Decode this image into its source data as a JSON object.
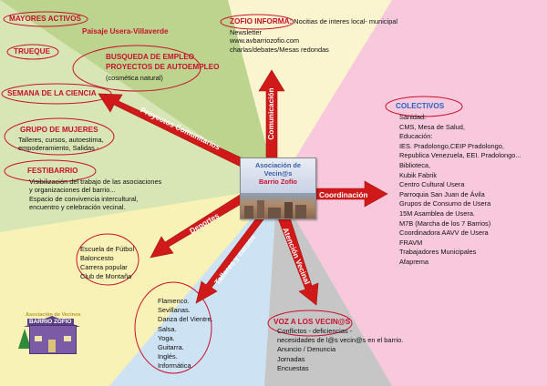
{
  "center": {
    "line1": "Asociación de",
    "line2": "Vecin@s",
    "line3": "Barrio Zofío"
  },
  "arrows": {
    "comunicacion": "Comunicación",
    "proyectos": "Proyectos Comunitarios",
    "coordinacion": "Coordinación",
    "deportes": "Deportes",
    "talleres": "Talleres y cursos",
    "atencion": "Atención Vecinal"
  },
  "mayores": {
    "title": "MAYORES ACTIVOS",
    "text": "Paisaje Usera-Villaverde"
  },
  "trueque": {
    "title": "TRUEQUE"
  },
  "empleo": {
    "title1": "BUSQUEDA DE EMPLEO",
    "title2": "PROYECTOS DE AUTOEMPLEO",
    "text": "(cosmética natural)"
  },
  "ciencia": {
    "title": "SEMANA DE LA CIENCIA"
  },
  "mujeres": {
    "title": "GRUPO DE MUJERES",
    "lines": [
      "Talleres, cursos, autoestima,",
      "empoderamiento, Salidas -"
    ]
  },
  "festibarrio": {
    "title": "FESTIBARRIO",
    "lines": [
      "Visibilización del trabajo de las asociaciones",
      "y organizaciones del barrio...",
      "Espacio de convivencia intercultural,",
      "encuentro y celebración vecinal."
    ]
  },
  "zofio_informa": {
    "title": "ZOFIO INFORMA:",
    "title_rest": " Nocitias de interes local- municipal",
    "lines": [
      "Newsletter",
      "www.avbarriozofio.com",
      "charlas/debates/Mesas redondas"
    ]
  },
  "colectivos": {
    "title": "COLECTIVOS",
    "lines": [
      "Sanidad:",
      "CMS, Mesa de Salud,",
      "Educación:",
      "IES. Pradolongo,CEIP Pradolongo,",
      "Republica Venezuela, EEI. Pradolongo...",
      "Biblioteca,",
      "Kubik Fabrik",
      "Centro Cultural Usera",
      "Parroquia San Juan de Ávila",
      "Grupos de Consumo de Usera",
      "15M Asamblea de Usera.",
      "M7B (Marcha de los 7 Barrios)",
      "Coordinadora AAVV de Usera",
      "FRAVM",
      "Trabajadores Municipales",
      "Afaprema"
    ]
  },
  "deportes": {
    "lines": [
      "Escuela de Fútbol",
      "Baloncesto",
      "Carrera popular",
      "Club de Montaña"
    ]
  },
  "talleres": {
    "lines": [
      "Flamenco.",
      "Sevillanas.",
      "Danza del Vientre.",
      "Salsa.",
      "Yoga.",
      "Guitarra.",
      "Inglés.",
      "Informática"
    ]
  },
  "voz": {
    "title": "VOZ A LOS VECIN@S",
    "lines": [
      "Conflictos - deficiencias -",
      "necesidades de l@s vecin@s en el barrio.",
      "Anuncio / Denuncia",
      "Jornadas",
      "Encuestas"
    ]
  },
  "logo": {
    "line1": "Asociación de Vecinos",
    "line2": "BARRIO ZOFIO"
  },
  "colors": {
    "arrow": "#d01a1a",
    "heading": "#c8102e",
    "green_sector": "#c7d9a0",
    "pink_sector": "#f7cfe0",
    "yellow_sector": "#f7f0b8",
    "blue_sector": "#cfe3f2",
    "grey_sector": "#c9c9c9"
  },
  "icons": [
    "house-logo-icon",
    "tree-icon"
  ]
}
